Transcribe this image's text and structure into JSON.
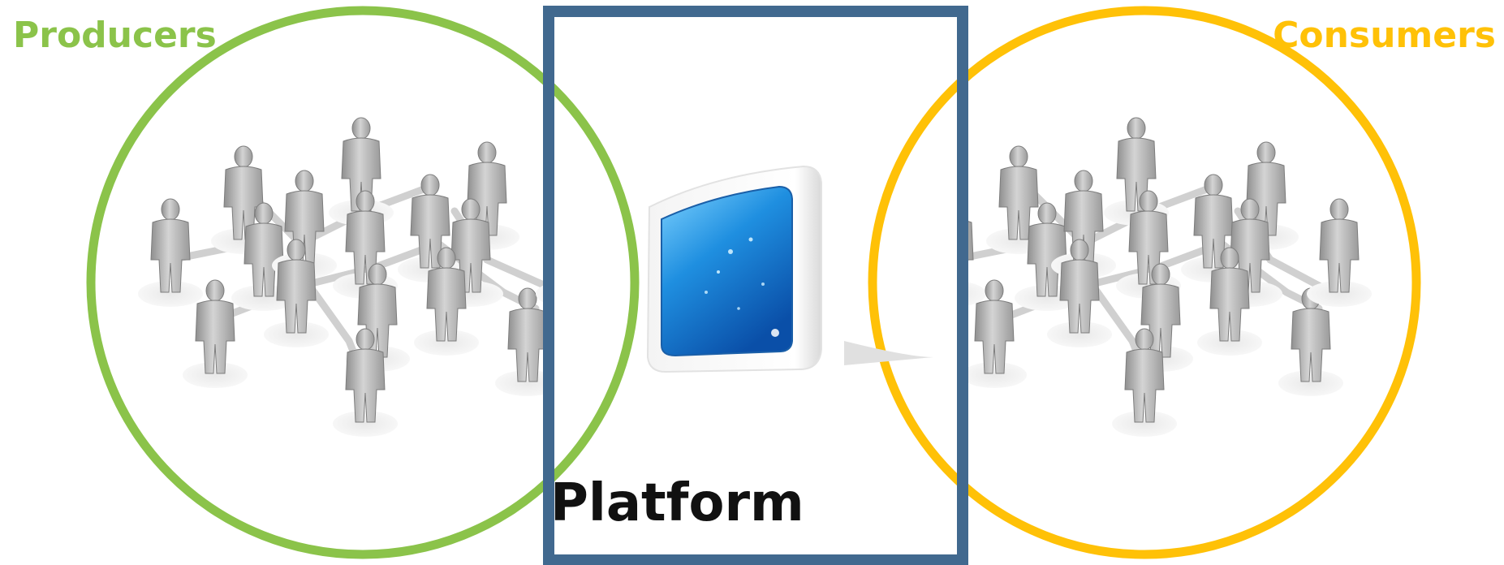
{
  "diagram": {
    "producers": {
      "label": "Producers",
      "color": "#8BC34A"
    },
    "consumers": {
      "label": "Consumers",
      "color": "#FFC107"
    },
    "platform": {
      "label": "Platform",
      "border_color": "#41698F"
    }
  },
  "icons": {
    "producer_network": "people-network-icon",
    "consumer_network": "people-network-icon",
    "platform_screen": "monitor-screen-icon"
  }
}
